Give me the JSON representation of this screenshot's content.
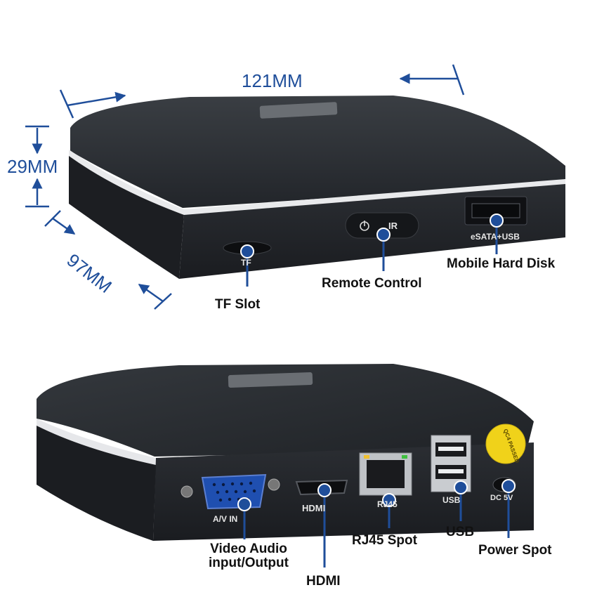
{
  "dimensions": {
    "width": "121MM",
    "height": "29MM",
    "depth": "97MM"
  },
  "front_panel": {
    "power_button_text": "IR",
    "esata_usb_port_text": "eSATA+USB",
    "tf_port_text": "TF"
  },
  "rear_panel": {
    "av_port_text": "A/V IN",
    "hdmi_port_text": "HDMI",
    "rj45_port_text": "RJ45",
    "usb_port_text": "USB",
    "dc_port_text": "DC 5V",
    "qc_sticker_text": "QC4 PASSED"
  },
  "callouts": {
    "tf_slot": "TF Slot",
    "remote_control": "Remote Control",
    "mobile_hard_disk": "Mobile Hard Disk",
    "video_audio": "Video Audio input/Output",
    "hdmi": "HDMI",
    "rj45_spot": "RJ45 Spot",
    "usb": "USB",
    "power_spot": "Power Spot"
  },
  "colors": {
    "dimension_blue": "#1f4e9a",
    "callout_blue": "#1f4e9a",
    "device_body": "#2a2d31",
    "sticker_yellow": "#f0d21a"
  }
}
